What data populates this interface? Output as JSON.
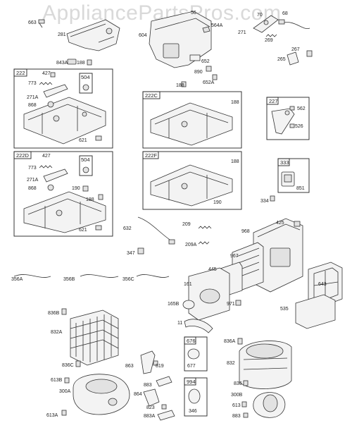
{
  "watermark": "AppliancePartsPros.com",
  "boxes": {
    "b222": "222",
    "b504a": "504",
    "b222c": "222C",
    "b227": "227",
    "b222d": "222D",
    "b504b": "504",
    "b222f": "222F",
    "b333": "333",
    "b676": "676",
    "b994": "994"
  },
  "labels": {
    "l663": "663",
    "l281": "281",
    "l843a": "843A",
    "l188a": "188",
    "l56": "56",
    "l604": "604",
    "l564a": "564A",
    "l652": "652",
    "l890": "890",
    "l652a": "652A",
    "l188b": "188",
    "l70": "70",
    "l68": "68",
    "l271": "271",
    "l269": "269",
    "l267": "267",
    "l265": "265",
    "l427a": "427",
    "l773a": "773",
    "l271a_a": "271A",
    "l868a": "868",
    "l621a": "621",
    "l188c": "188",
    "l562": "562",
    "l526": "526",
    "l427b": "427",
    "l773b": "773",
    "l271a_b": "271A",
    "l868b": "868",
    "l190a": "190",
    "l188d": "188",
    "l621b": "621",
    "l188e": "188",
    "l190b": "190",
    "l851": "851",
    "l334": "334",
    "l632": "632",
    "l209": "209",
    "l209a": "209A",
    "l347": "347",
    "l968": "968",
    "l425": "425",
    "l967": "967",
    "l445": "445",
    "l161": "161",
    "l643": "643",
    "l165b": "165B",
    "l971": "971",
    "l535": "535",
    "l11": "11",
    "l356a": "356A",
    "l356b": "356B",
    "l356c": "356C",
    "l836b": "836B",
    "l832a": "832A",
    "l836c": "836C",
    "l613b": "613B",
    "l300a": "300A",
    "l613a": "613A",
    "l863": "863",
    "l819": "819",
    "l883": "883",
    "l864": "864",
    "l823": "823",
    "l883a": "883A",
    "l677": "677",
    "l346": "346",
    "l836a": "836A",
    "l832": "832",
    "l836": "836",
    "l300b": "300B",
    "l613": "613",
    "l883b": "883"
  }
}
